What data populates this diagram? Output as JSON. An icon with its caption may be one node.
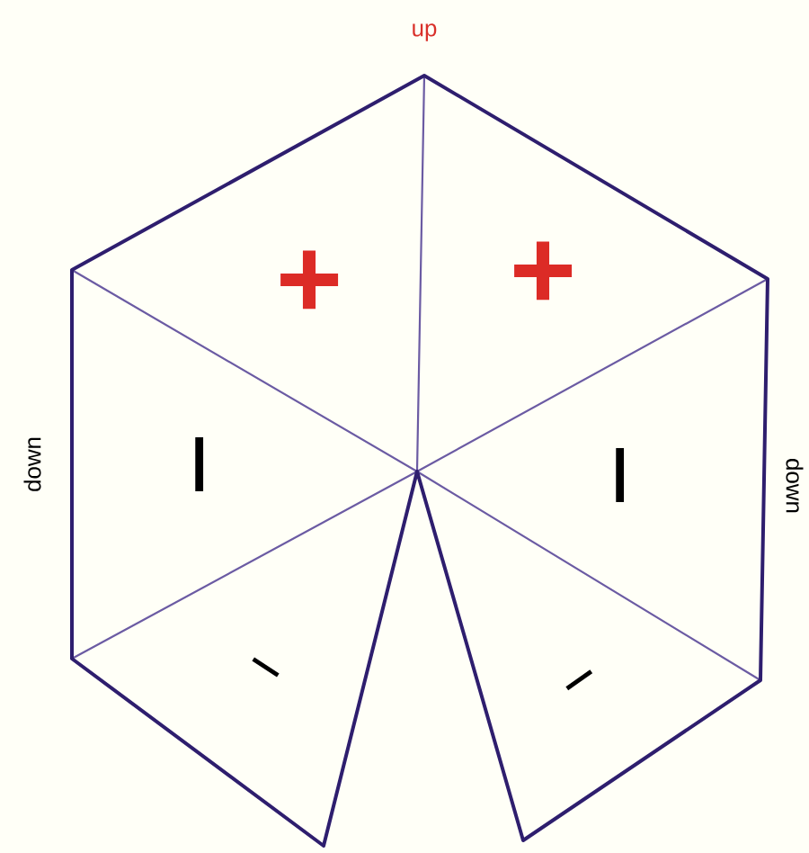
{
  "diagram": {
    "labels": [
      "up",
      "+",
      "+",
      "down",
      "−",
      "−",
      "down",
      "−",
      "−"
    ]
  }
}
